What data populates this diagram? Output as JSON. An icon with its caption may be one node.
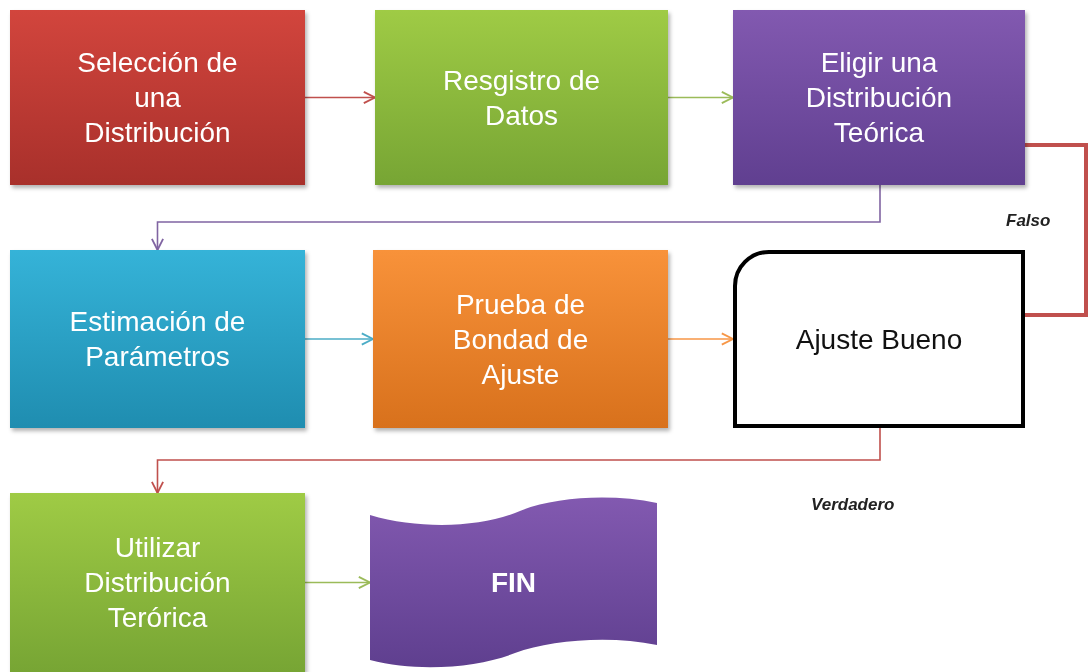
{
  "diagram": {
    "nodes": [
      {
        "text": [
          "Selección de una Distribución"
        ]
      },
      {
        "text": [
          "Resgistro de Datos"
        ]
      },
      {
        "text": [
          "Eligir una Distribución Teórica"
        ]
      },
      {
        "text": [
          "Estimación de Parámetros"
        ]
      },
      {
        "text": [
          "Prueba de Bondad de Ajuste"
        ]
      },
      {
        "text": [
          "Ajuste Bueno"
        ]
      },
      {
        "text": [
          "Utilizar Distribución Terórica"
        ]
      },
      {
        "text": [
          "FIN"
        ]
      }
    ],
    "edges": [
      {
        "from": 0,
        "to": 1,
        "arrow": "to",
        "color": "#c0504d"
      },
      {
        "from": 1,
        "to": 2,
        "arrow": "to",
        "color": "#9bbb59"
      },
      {
        "from": 2,
        "to": 3,
        "arrow": "to",
        "color": "#8064a2"
      },
      {
        "from": 3,
        "to": 4,
        "arrow": "to",
        "color": "#4bacc6"
      },
      {
        "from": 4,
        "to": 5,
        "arrow": "to",
        "color": "#f79646"
      },
      {
        "from": 5,
        "to": 2,
        "arrow": "none",
        "label": "Falso",
        "style": "thick",
        "color": "#c0504d"
      },
      {
        "from": 5,
        "to": 6,
        "arrow": "to",
        "label": "Verdadero",
        "color": "#c0504d"
      },
      {
        "from": 6,
        "to": 7,
        "arrow": "to",
        "color": "#9bbb59"
      }
    ]
  }
}
